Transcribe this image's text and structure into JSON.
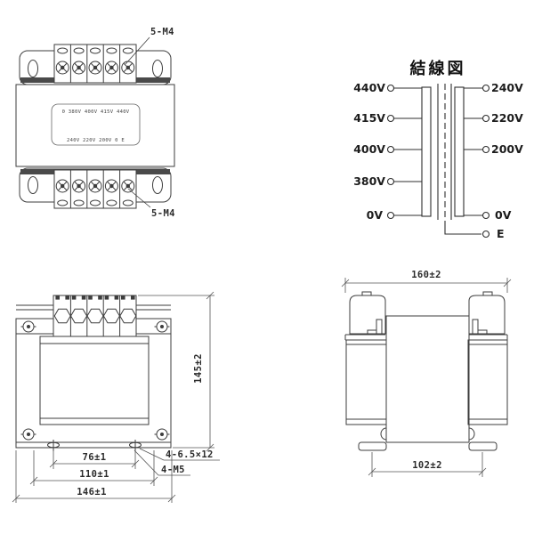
{
  "wiring_diagram": {
    "title": "結線図",
    "primary_taps": [
      "440V",
      "415V",
      "400V",
      "380V",
      "0V"
    ],
    "secondary_taps": [
      "240V",
      "220V",
      "200V",
      "0V",
      "E"
    ]
  },
  "top_view": {
    "screw_label_top": "5-M4",
    "screw_label_bottom": "5-M4",
    "nameplate": {
      "row1": "0  380V  400V  415V  440V",
      "row2": "240V  220V  200V  0  E"
    }
  },
  "front_view": {
    "dim_height": "145±2",
    "dim_slot_pitch": "76±1",
    "dim_hole_pitch": "110±1",
    "dim_width": "146±1",
    "slot_callout": "4-6.5×12",
    "screw_callout": "4-M5"
  },
  "side_view": {
    "dim_width": "160±2",
    "dim_foot_pitch": "102±2"
  },
  "colors": {
    "line": "#3d3d3d",
    "background": "#ffffff"
  }
}
